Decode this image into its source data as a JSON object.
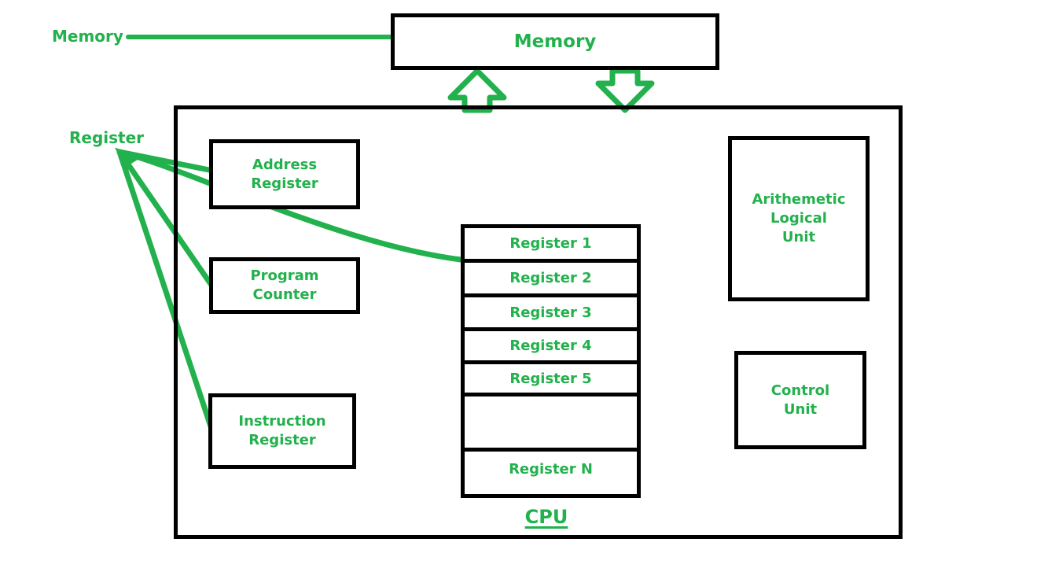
{
  "diagram": {
    "title_caption": "CPU",
    "accent_color": "#22b14c",
    "outline_color": "#000000",
    "background_color": "#ffffff"
  },
  "memory": {
    "box_label": "Memory",
    "callout_label": "Memory"
  },
  "cpu": {
    "caption": "CPU",
    "left_blocks": [
      {
        "line1": "Address",
        "line2": "Register"
      },
      {
        "line1": "Program",
        "line2": "Counter"
      },
      {
        "line1": "Instruction",
        "line2": "Register"
      }
    ],
    "right_blocks": [
      {
        "line1": "Arithemetic",
        "line2": "Logical",
        "line3": "Unit"
      },
      {
        "line1": "Control",
        "line2": "Unit",
        "line3": ""
      }
    ]
  },
  "register_callout": {
    "label": "Register"
  },
  "register_list": {
    "rows": [
      "Register 1",
      "Register 2",
      "Register 3",
      "Register 4",
      "Register 5",
      "",
      "Register N"
    ]
  },
  "bus_arrows": [
    {
      "name": "memory-read-arrow",
      "direction": "up"
    },
    {
      "name": "memory-write-arrow",
      "direction": "down"
    }
  ]
}
